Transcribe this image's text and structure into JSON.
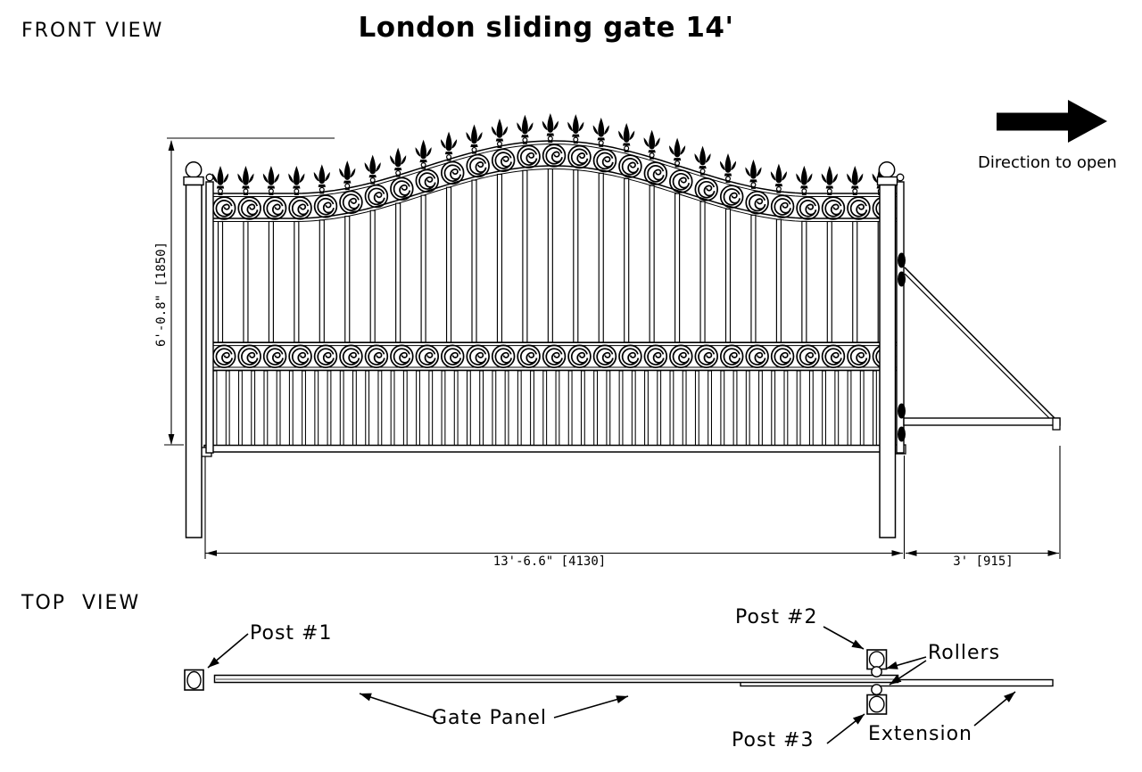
{
  "colors": {
    "ink": "#000000",
    "background": "#ffffff"
  },
  "header": {
    "front_view_label": "FRONT VIEW",
    "title": "London sliding gate 14'"
  },
  "front_view": {
    "direction_label": "Direction to open",
    "height_dim": "6'-0.8\" [1850]",
    "width_dim": "13'-6.6\" [4130]",
    "extension_dim": "3' [915]"
  },
  "top_view": {
    "view_label": "TOP  VIEW",
    "post1_label": "Post #1",
    "post2_label": "Post #2",
    "post3_label": "Post #3",
    "rollers_label": "Rollers",
    "gate_panel_label": "Gate Panel",
    "extension_label": "Extension"
  }
}
